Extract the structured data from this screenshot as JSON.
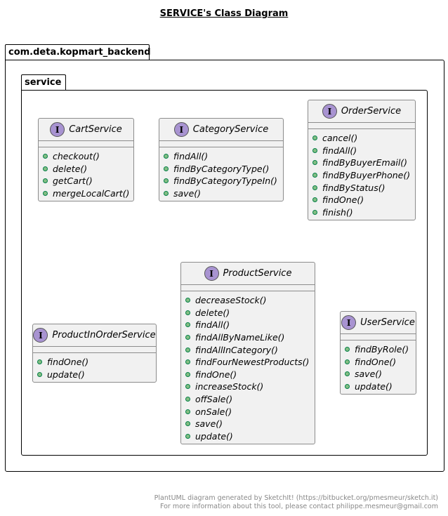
{
  "title": "SERVICE's Class Diagram",
  "outer_package": "com.deta.kopmart_backend",
  "inner_package": "service",
  "stereotype_glyph": "I",
  "classes": [
    {
      "name": "CartService",
      "methods": [
        "checkout()",
        "delete()",
        "getCart()",
        "mergeLocalCart()"
      ]
    },
    {
      "name": "CategoryService",
      "methods": [
        "findAll()",
        "findByCategoryType()",
        "findByCategoryTypeIn()",
        "save()"
      ]
    },
    {
      "name": "OrderService",
      "methods": [
        "cancel()",
        "findAll()",
        "findByBuyerEmail()",
        "findByBuyerPhone()",
        "findByStatus()",
        "findOne()",
        "finish()"
      ]
    },
    {
      "name": "ProductInOrderService",
      "methods": [
        "findOne()",
        "update()"
      ]
    },
    {
      "name": "ProductService",
      "methods": [
        "decreaseStock()",
        "delete()",
        "findAll()",
        "findAllByNameLike()",
        "findAllInCategory()",
        "findFourNewestProducts()",
        "findOne()",
        "increaseStock()",
        "offSale()",
        "onSale()",
        "save()",
        "update()"
      ]
    },
    {
      "name": "UserService",
      "methods": [
        "findByRole()",
        "findOne()",
        "save()",
        "update()"
      ]
    }
  ],
  "footer": {
    "line1": "PlantUML diagram generated by SketchIt! (https://bitbucket.org/pmesmeur/sketch.it)",
    "line2": "For more information about this tool, please contact philippe.mesmeur@gmail.com"
  },
  "colors": {
    "interface_badge": "#a893d1",
    "method_dot": "#84be84",
    "class_fill": "#f1f1f1"
  }
}
